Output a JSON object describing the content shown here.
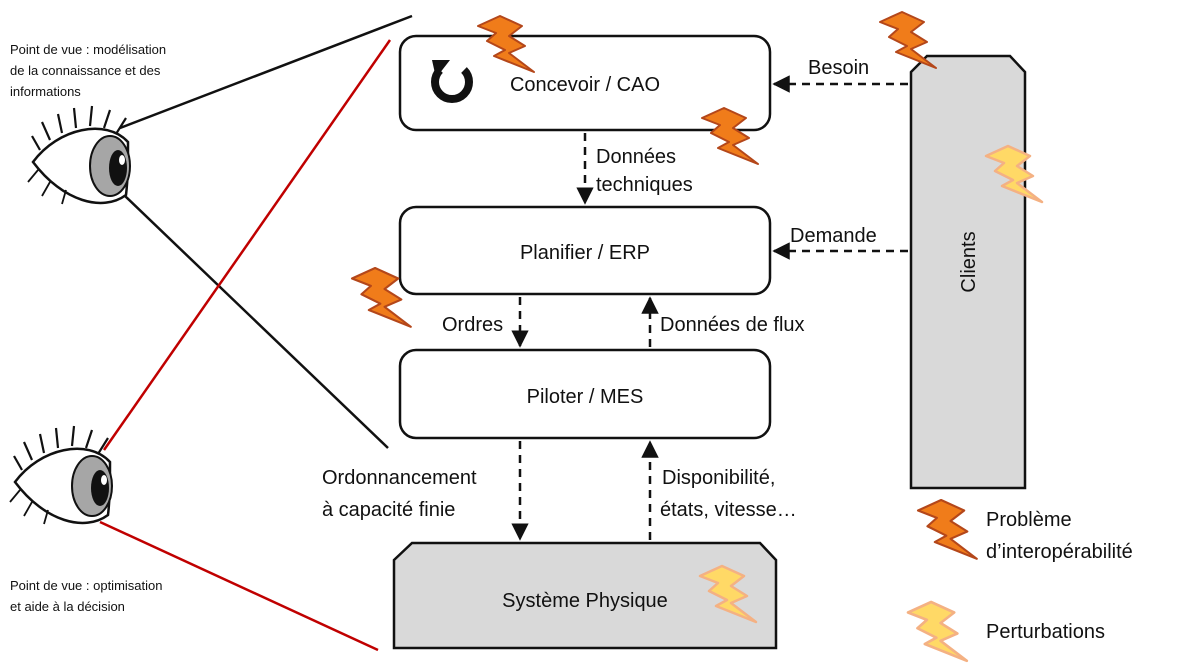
{
  "viewpoints": {
    "top": [
      "Point de vue : modélisation",
      "de la connaissance et des",
      "informations"
    ],
    "bottom": [
      "Point de vue : optimisation",
      "et aide à la décision"
    ]
  },
  "boxes": {
    "concevoir": "Concevoir / CAO",
    "planifier": "Planifier / ERP",
    "piloter": "Piloter / MES",
    "systeme": "Système Physique",
    "clients": "Clients"
  },
  "flows": {
    "besoin": "Besoin",
    "demande": "Demande",
    "donnees_techniques": [
      "Données",
      "techniques"
    ],
    "ordres": "Ordres",
    "donnees_flux": "Données de flux",
    "ordonnancement": [
      "Ordonnancement",
      "à capacité finie"
    ],
    "disponibilite": [
      "Disponibilité,",
      "états, vitesse…"
    ]
  },
  "legend": {
    "interop": [
      "Problème",
      "d’interopérabilité"
    ],
    "perturbations": "Perturbations"
  },
  "icons": {
    "eye": "eye-icon",
    "refresh": "refresh-icon",
    "lightning_orange": "lightning-interop-icon",
    "lightning_yellow": "lightning-perturbation-icon"
  },
  "colors": {
    "interop_bolt": "#f07c1a",
    "interop_bolt_stroke": "#b4471a",
    "perturbation_bolt": "#ffd966",
    "perturbation_bolt_stroke": "#f4b183",
    "grey_fill": "#d9d9d9",
    "red_line": "#c00000"
  }
}
